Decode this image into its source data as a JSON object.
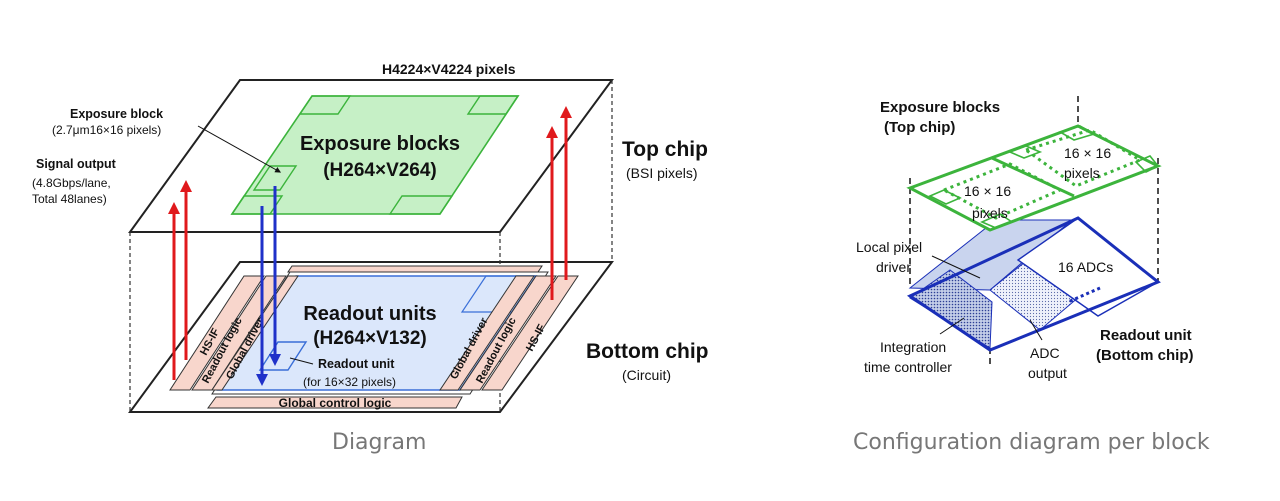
{
  "left_diagram": {
    "top_title": "H4224×V4224 pixels",
    "exposure_block_label": "Exposure block",
    "exposure_block_size": "(2.7μm16×16 pixels)",
    "signal_output_label": "Signal output",
    "signal_output_rate": "(4.8Gbps/lane,",
    "signal_output_lanes": "Total 48lanes)",
    "exposure_blocks_title": "Exposure blocks",
    "exposure_blocks_count": "(H264×V264)",
    "top_chip_label": "Top chip",
    "top_chip_sub": "(BSI pixels)",
    "readout_units_title": "Readout units",
    "readout_units_count": "(H264×V132)",
    "readout_unit_label": "Readout unit",
    "readout_unit_sub": "(for 16×32 pixels)",
    "bottom_chip_label": "Bottom chip",
    "bottom_chip_sub": "(Circuit)",
    "strips_left": [
      "HS-IF",
      "Readout logic",
      "Global driver"
    ],
    "strips_right": [
      "Global driver",
      "Readout logic",
      "HS-IF"
    ],
    "global_control": "Global control logic",
    "caption": "Diagram"
  },
  "right_diagram": {
    "exposure_title": "Exposure blocks",
    "exposure_sub": "(Top chip)",
    "pixel_block_a": [
      "16 × 16",
      "pixels"
    ],
    "pixel_block_b": [
      "16 × 16",
      "pixels"
    ],
    "local_driver": [
      "Local pixel",
      "driver"
    ],
    "adcs": "16 ADCs",
    "integration": [
      "Integration",
      "time controller"
    ],
    "adc_output": [
      "ADC",
      "output"
    ],
    "readout_title": "Readout unit",
    "readout_sub": "(Bottom chip)",
    "caption": "Configuration diagram per block"
  },
  "colors": {
    "green": "#3cb43c",
    "green_fill": "#c6f0c6",
    "blue": "#1a2fb8",
    "light_blue": "#dbe7fb",
    "red": "#e0191c",
    "pink": "#f8d6cc",
    "dark_blue_arrow": "#1f31c9"
  }
}
